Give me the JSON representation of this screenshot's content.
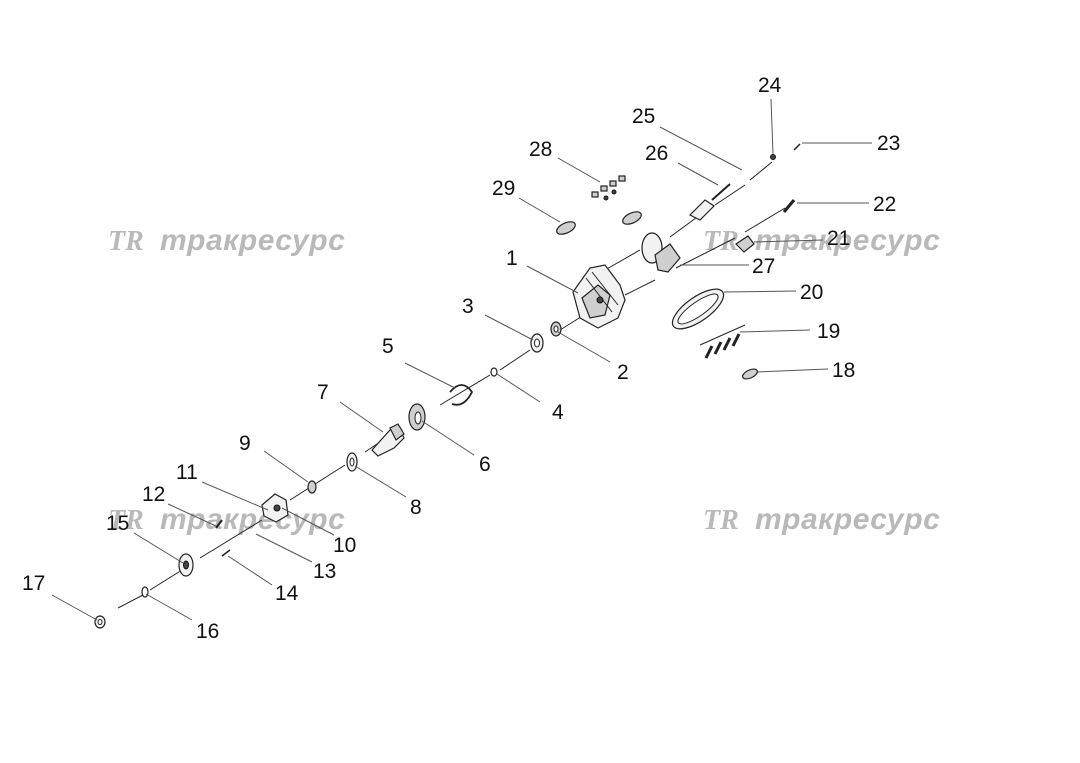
{
  "watermark": {
    "logo": "TR",
    "text": "тракресурс"
  },
  "callouts": [
    "1",
    "2",
    "3",
    "4",
    "5",
    "6",
    "7",
    "8",
    "9",
    "10",
    "11",
    "12",
    "13",
    "14",
    "15",
    "16",
    "17",
    "18",
    "19",
    "20",
    "21",
    "22",
    "23",
    "24",
    "25",
    "26",
    "27",
    "28",
    "29"
  ]
}
